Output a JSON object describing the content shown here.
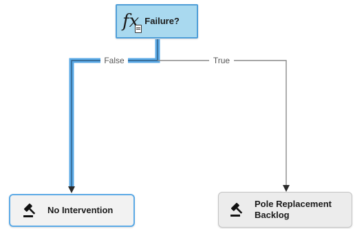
{
  "decision": {
    "icon": "function-fx-icon",
    "icon_text": "fx",
    "label": "Failure?"
  },
  "branches": [
    {
      "label": "False",
      "target": "No Intervention",
      "highlighted": true
    },
    {
      "label": "True",
      "target": "Pole Replacement Backlog",
      "highlighted": false
    }
  ],
  "outcomes": {
    "no_intervention": {
      "icon": "gavel-icon",
      "label": "No Intervention",
      "selected": true
    },
    "pole_replacement": {
      "icon": "gavel-icon",
      "label_line1": "Pole Replacement",
      "label_line2": "Backlog",
      "selected": false
    }
  },
  "colors": {
    "highlight_path": "#5aa9e6",
    "decision_fill": "#a9d9ef",
    "decision_border": "#4f9ed8",
    "neutral_path": "#8a8a8a",
    "node_fill": "#ececec"
  }
}
